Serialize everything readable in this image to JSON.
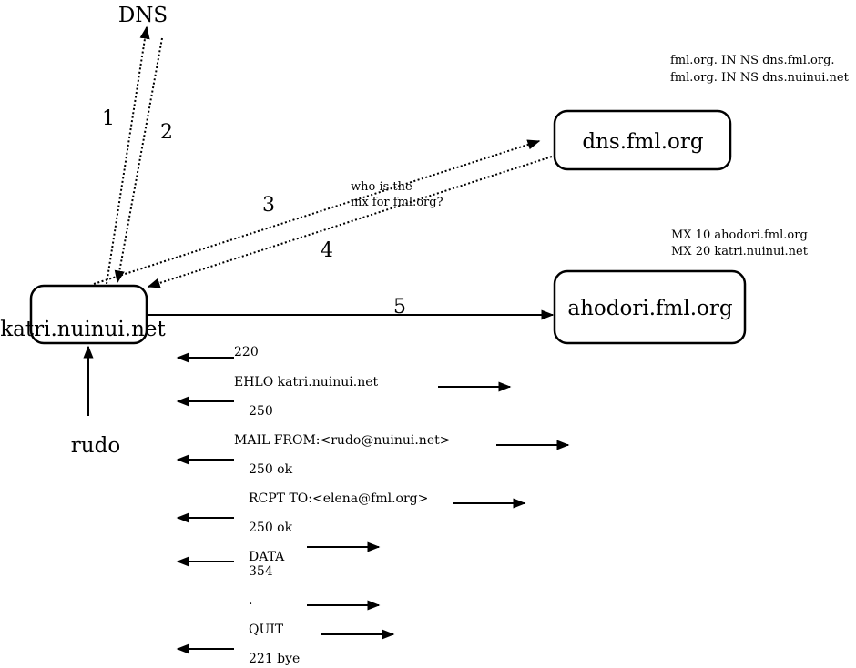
{
  "dns_label": "DNS",
  "nodes": {
    "katri": "katri.nuinui.net",
    "dns_fml": "dns.fml.org",
    "ahodori": "ahodori.fml.org",
    "rudo": "rudo"
  },
  "step_labels": {
    "s1": "1",
    "s2": "2",
    "s3": "3",
    "s4": "4",
    "s5": "5"
  },
  "query_note": {
    "line1": "who is the",
    "line2": "mx for fml.org?"
  },
  "ns_records": {
    "line1": "fml.org. IN NS dns.fml.org.",
    "line2": "fml.org. IN NS dns.nuinui.net"
  },
  "mx_records": {
    "line1": "MX 10 ahodori.fml.org",
    "line2": "MX 20 katri.nuinui.net"
  },
  "smtp": {
    "m220": "220",
    "ehlo": "EHLO katri.nuinui.net",
    "m250": "250",
    "mail_from": "MAIL FROM:<rudo@nuinui.net>",
    "m250ok_1": "250  ok",
    "rcpt_to": "RCPT TO:<elena@fml.org>",
    "m250ok_2": "250  ok",
    "data_cmd": "DATA",
    "m354": "354",
    "dot": ".",
    "quit": "QUIT",
    "m221": "221 bye"
  }
}
